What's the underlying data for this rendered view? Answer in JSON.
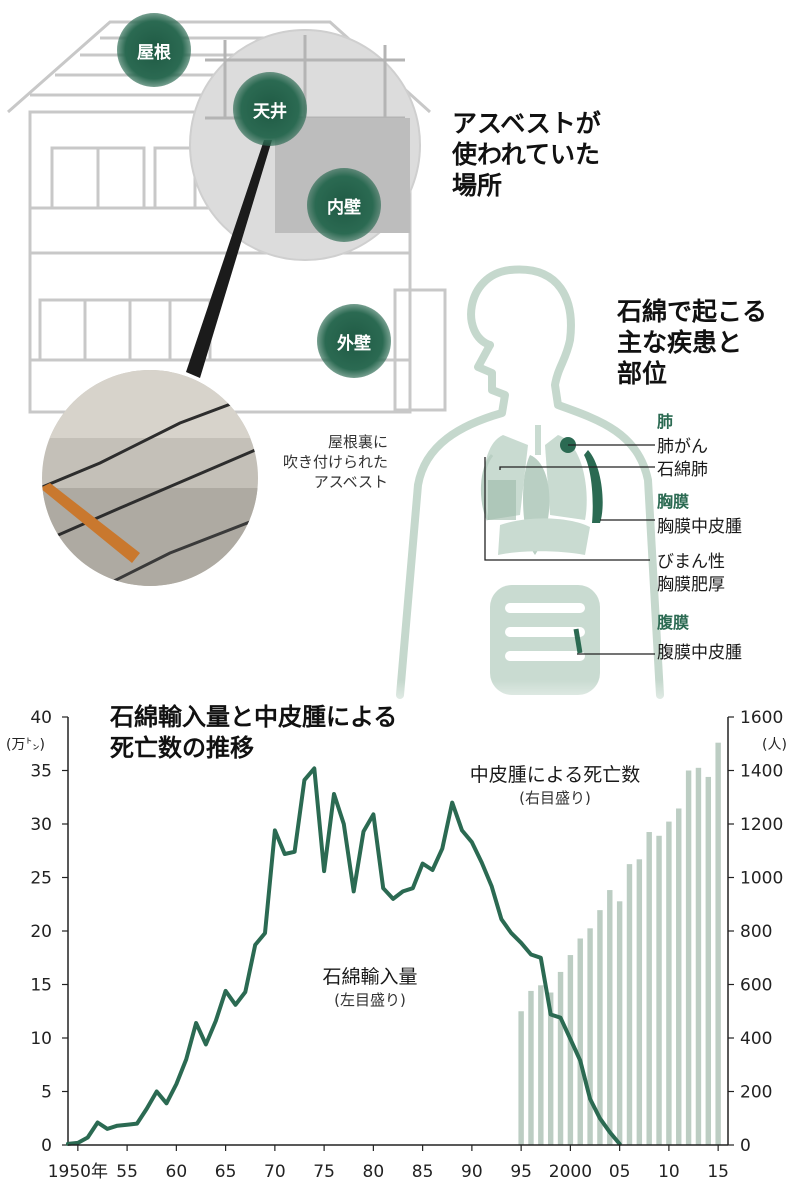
{
  "house": {
    "bubbles": [
      "屋根",
      "天井",
      "内壁",
      "外壁"
    ],
    "title_lines": [
      "アスベストが",
      "使われていた",
      "場所"
    ],
    "photo_caption_lines": [
      "屋根裏に",
      "吹き付けられた",
      "アスベスト"
    ]
  },
  "body": {
    "title_lines": [
      "石綿で起こる",
      "主な疾患と",
      "部位"
    ],
    "groups": [
      {
        "part": "肺",
        "diseases": [
          "肺がん",
          "石綿肺"
        ]
      },
      {
        "part": "胸膜",
        "diseases": [
          "胸膜中皮腫",
          "びまん性",
          "胸膜肥厚"
        ]
      },
      {
        "part": "腹膜",
        "diseases": [
          "腹膜中皮腫"
        ]
      }
    ]
  },
  "colors": {
    "line": "#2b6a52",
    "bar": "#bccdc3",
    "accent": "#2b6a52"
  },
  "chart_data": {
    "type": "line",
    "title_lines": [
      "石綿輸入量と中皮腫による",
      "死亡数の推移"
    ],
    "x_tick_labels": [
      "1950年",
      "55",
      "60",
      "65",
      "70",
      "75",
      "80",
      "85",
      "90",
      "95",
      "2000",
      "05",
      "10",
      "15"
    ],
    "x_tick_years": [
      1950,
      1955,
      1960,
      1965,
      1970,
      1975,
      1980,
      1985,
      1990,
      1995,
      2000,
      2005,
      2010,
      2015
    ],
    "xlim": [
      1949,
      2016
    ],
    "left_axis": {
      "unit_label": "(万㌧)",
      "ylim": [
        0,
        40
      ],
      "ticks": [
        "0",
        "5",
        "10",
        "15",
        "20",
        "25",
        "30",
        "35",
        "40"
      ]
    },
    "right_axis": {
      "unit_label": "(人)",
      "ylim": [
        0,
        1600
      ],
      "ticks": [
        "0",
        "200",
        "400",
        "600",
        "800",
        "1000",
        "1200",
        "1400",
        "1600"
      ]
    },
    "series": [
      {
        "name": "石綿輸入量",
        "note": "(左目盛り)",
        "axis": "left",
        "x": [
          1949,
          1950,
          1951,
          1952,
          1953,
          1954,
          1955,
          1956,
          1957,
          1958,
          1959,
          1960,
          1961,
          1962,
          1963,
          1964,
          1965,
          1966,
          1967,
          1968,
          1969,
          1970,
          1971,
          1972,
          1973,
          1974,
          1975,
          1976,
          1977,
          1978,
          1979,
          1980,
          1981,
          1982,
          1983,
          1984,
          1985,
          1986,
          1987,
          1988,
          1989,
          1990,
          1991,
          1992,
          1993,
          1994,
          1995,
          1996,
          1997,
          1998,
          1999,
          2000,
          2001,
          2002,
          2003,
          2004,
          2005
        ],
        "y": [
          0.1,
          0.2,
          0.7,
          2.1,
          1.5,
          1.8,
          1.9,
          2.0,
          3.4,
          5.0,
          3.9,
          5.7,
          8.0,
          11.4,
          9.4,
          11.6,
          14.4,
          13.1,
          14.3,
          18.7,
          19.8,
          29.4,
          27.2,
          27.4,
          34.1,
          35.2,
          25.6,
          32.8,
          30.0,
          23.7,
          29.3,
          30.9,
          24.0,
          23.0,
          23.7,
          24.0,
          26.3,
          25.7,
          27.7,
          32.0,
          29.4,
          28.3,
          26.4,
          24.2,
          21.1,
          19.8,
          18.9,
          17.8,
          17.5,
          12.2,
          11.9,
          9.9,
          7.9,
          4.3,
          2.5,
          1.2,
          0.1
        ]
      },
      {
        "name": "中皮腫による死亡数",
        "note": "(右目盛り)",
        "axis": "right",
        "type": "bar",
        "x": [
          1995,
          1996,
          1997,
          1998,
          1999,
          2000,
          2001,
          2002,
          2003,
          2004,
          2005,
          2006,
          2007,
          2008,
          2009,
          2010,
          2011,
          2012,
          2013,
          2014,
          2015
        ],
        "y": [
          500,
          576,
          597,
          570,
          647,
          710,
          772,
          810,
          878,
          953,
          911,
          1050,
          1068,
          1170,
          1156,
          1209,
          1258,
          1400,
          1410,
          1376,
          1504
        ]
      }
    ]
  }
}
